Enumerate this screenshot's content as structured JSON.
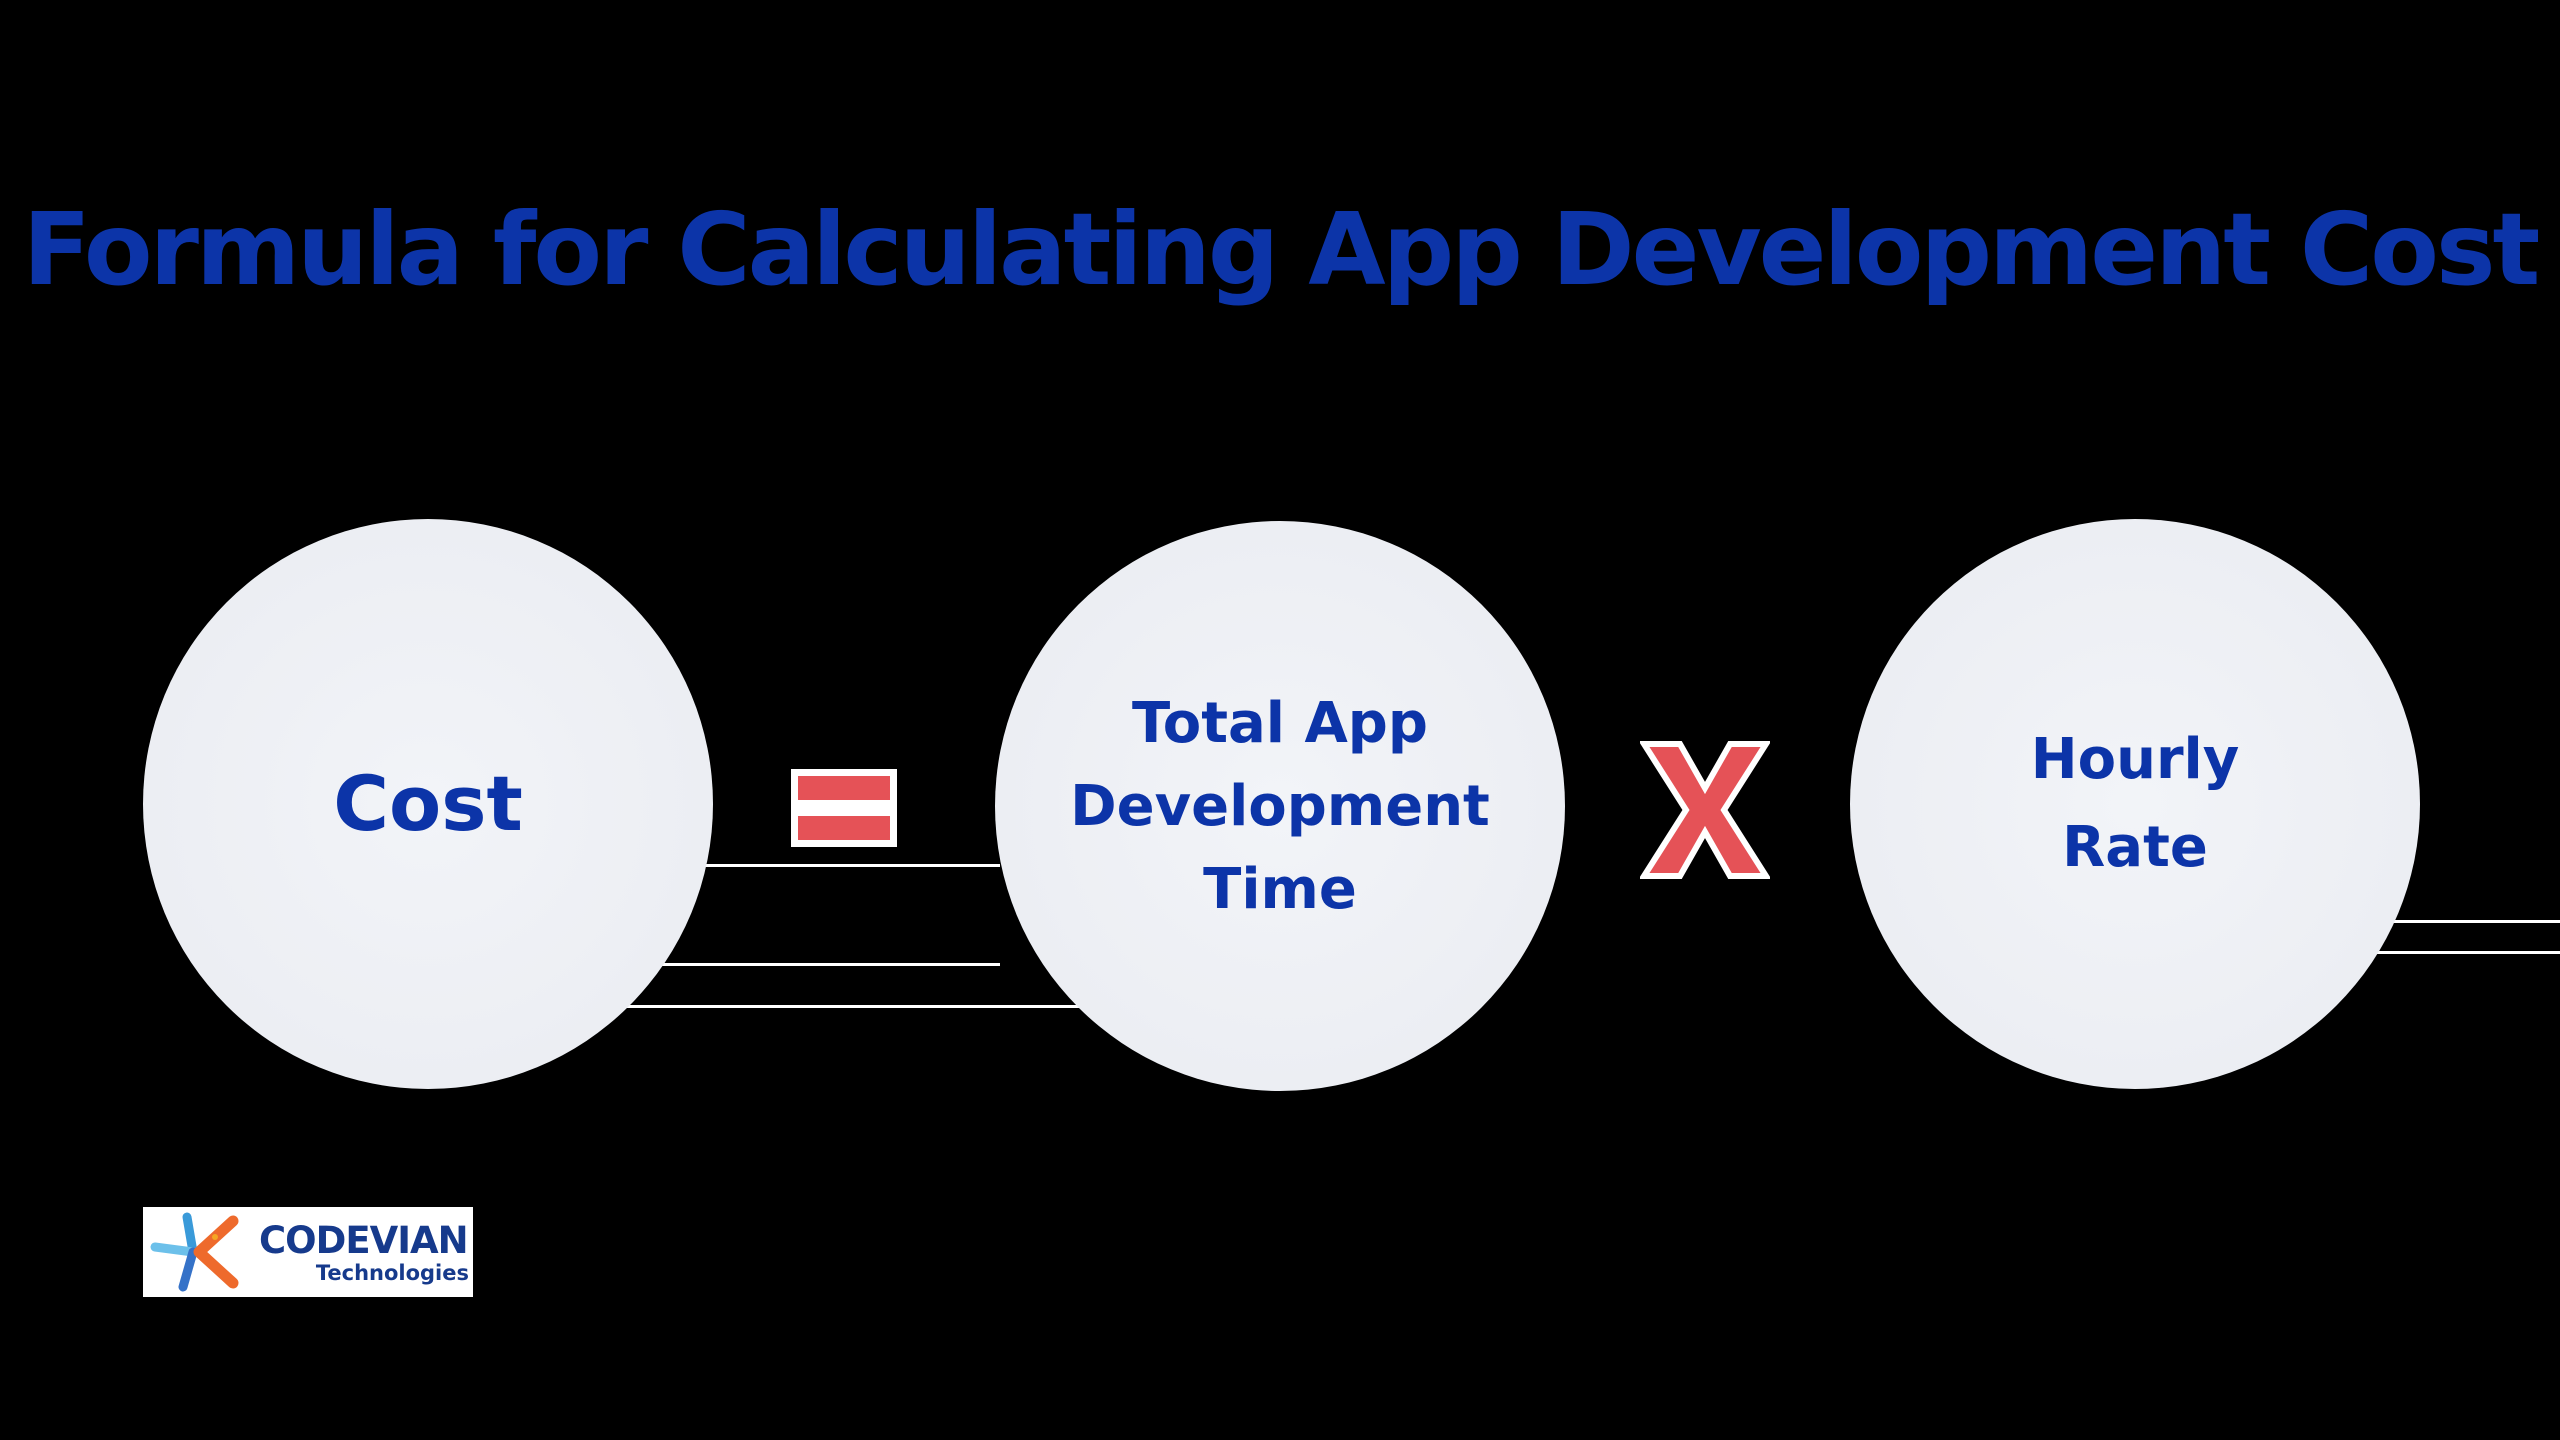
{
  "title": "Formula for Calculating App Development Cost",
  "formula": {
    "result": "Cost",
    "equals_icon": "equals-sign-icon",
    "term1": "Total App\nDevelopment\nTime",
    "times_icon": "multiply-x-icon",
    "term2": "Hourly\nRate"
  },
  "logo": {
    "name": "CODEVIAN",
    "subtitle": "Technologies",
    "mark_icon": "codevian-star-icon"
  },
  "colors": {
    "background": "#000000",
    "title": "#0c34a8",
    "circle_text": "#0c34a8",
    "operator": "#e55257",
    "circle_fill": "#eceef3",
    "logo_text": "#163a8c"
  }
}
